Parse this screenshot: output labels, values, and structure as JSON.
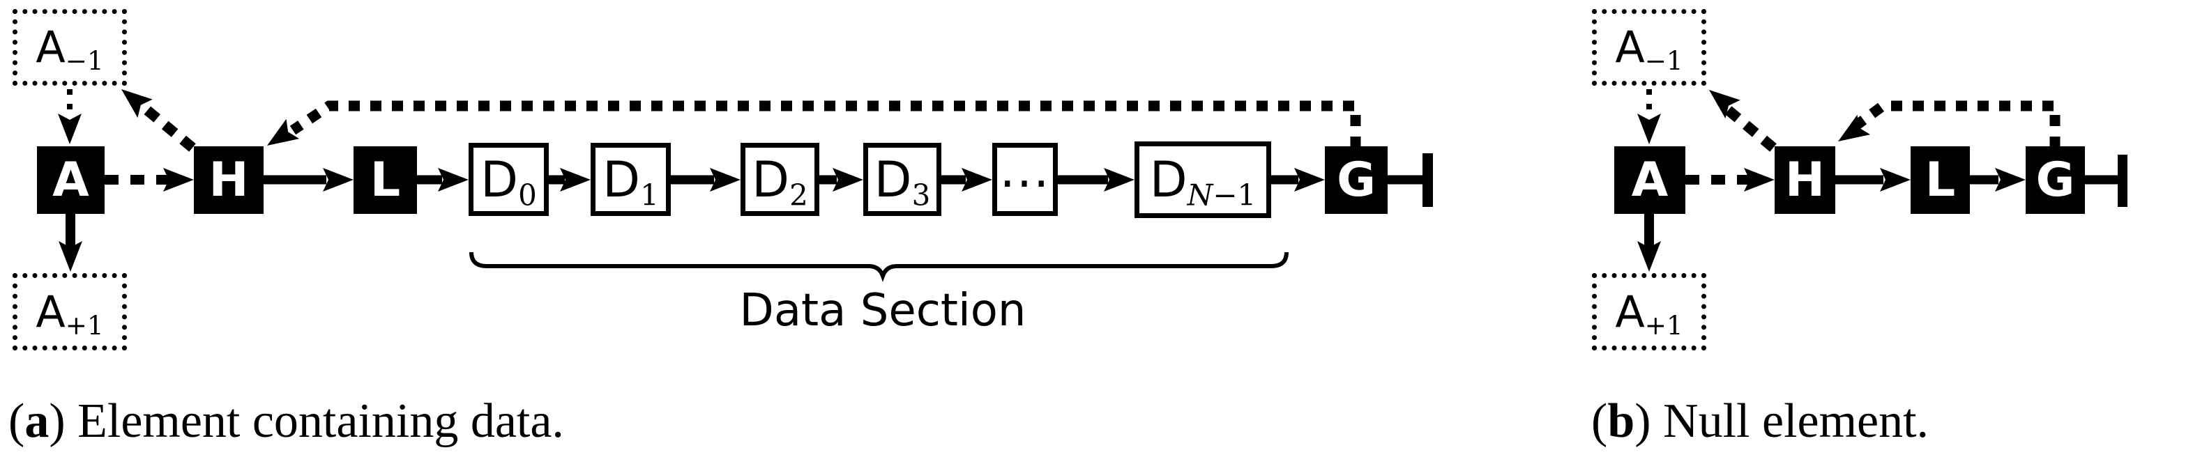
{
  "colors": {
    "ink": "#000000",
    "paper": "#ffffff"
  },
  "diagram_a": {
    "nodes": {
      "prev_anchor": {
        "base": "A",
        "sub": "−1"
      },
      "anchor": "A",
      "next_anchor": {
        "base": "A",
        "sub": "+1"
      },
      "header": "H",
      "length": "L",
      "data": [
        {
          "base": "D",
          "sub": "0"
        },
        {
          "base": "D",
          "sub": "1"
        },
        {
          "base": "D",
          "sub": "2"
        },
        {
          "base": "D",
          "sub": "3"
        }
      ],
      "ellipsis": "...",
      "data_last": {
        "base": "D",
        "sub_var": "N",
        "sub_rest": "−1"
      },
      "guard": "G"
    },
    "data_section_label": "Data Section",
    "caption": {
      "open": "(",
      "letter": "a",
      "rest": ") Element containing data."
    }
  },
  "diagram_b": {
    "nodes": {
      "prev_anchor": {
        "base": "A",
        "sub": "−1"
      },
      "anchor": "A",
      "next_anchor": {
        "base": "A",
        "sub": "+1"
      },
      "header": "H",
      "length": "L",
      "guard": "G"
    },
    "caption": {
      "open": "(",
      "letter": "b",
      "rest": ") Null element."
    }
  }
}
